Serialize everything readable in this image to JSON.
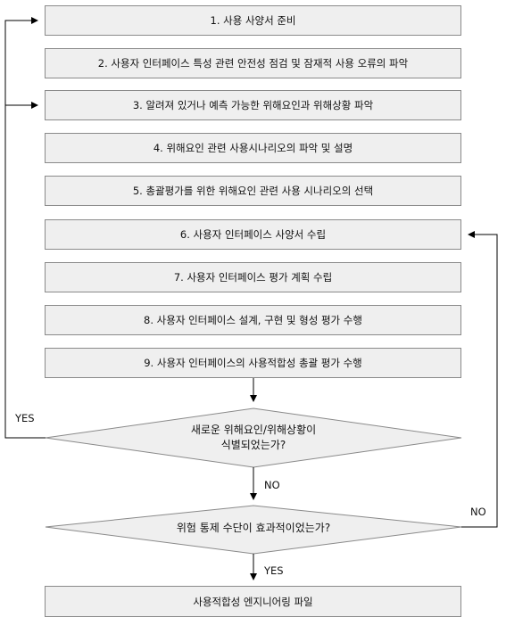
{
  "steps": [
    "1. 사용 사양서 준비",
    "2. 사용자 인터페이스 특성 관련 안전성 점검 및 잠재적 사용 오류의 파악",
    "3. 알려져 있거나 예측 가능한 위해요인과 위해상황 파악",
    "4. 위해요인 관련 사용시나리오의 파악 및 설명",
    "5. 총괄평가를 위한 위해요인 관련 사용 시나리오의 선택",
    "6. 사용자 인터페이스 사양서 수립",
    "7. 사용자 인터페이스 평가 계획 수립",
    "8. 사용자 인터페이스 설계, 구현 및 형성 평가 수행",
    "9. 사용자 인터페이스의 사용적합성 총괄 평가 수행"
  ],
  "decision1": {
    "line1": "새로운 위해요인/위해상황이",
    "line2": "식별되었는가?"
  },
  "decision2": {
    "text": "위험 통제 수단이 효과적이었는가?"
  },
  "final_step": "사용적합성 엔지니어링 파일",
  "labels": {
    "yes_left": "YES",
    "no_middle": "NO",
    "no_right": "NO",
    "yes_bottom": "YES"
  }
}
